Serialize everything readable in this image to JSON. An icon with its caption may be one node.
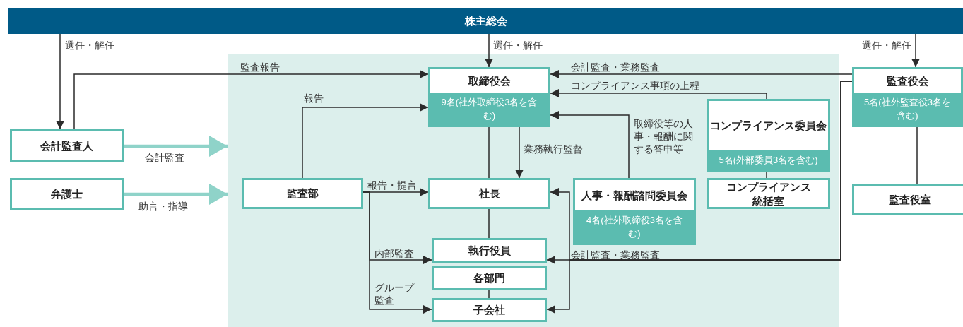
{
  "diagram": {
    "nodes": [
      {
        "text": [
          "株主総会"
        ]
      },
      {
        "text": [],
        "shape": "box"
      },
      {
        "text": [
          "会計監査人"
        ]
      },
      {
        "text": [
          "弁護士"
        ]
      },
      {
        "text": [
          "取締役会",
          "9名(社外取締役3名を含む)"
        ],
        "in": 1
      },
      {
        "text": [
          "監査部"
        ],
        "in": 1
      },
      {
        "text": [
          "社長"
        ],
        "in": 1
      },
      {
        "text": [
          "人事・報酬諮問委員会",
          "4名(社外取締役3名を含む)"
        ],
        "in": 1
      },
      {
        "text": [
          "コンプライアンス委員会",
          "5名(外部委員3名を含む)"
        ],
        "in": 1
      },
      {
        "text": [
          "コンプライアンス統括室"
        ],
        "in": 1
      },
      {
        "text": [
          "執行役員"
        ],
        "in": 1
      },
      {
        "text": [
          "各部門"
        ],
        "in": 1
      },
      {
        "text": [
          "子会社"
        ],
        "in": 1
      },
      {
        "text": [
          "監査役会",
          "5名(社外監査役3名を含む)"
        ]
      },
      {
        "text": [
          "監査役室"
        ]
      }
    ],
    "edges": [
      {
        "from": 0,
        "to": 2,
        "arrow": "to",
        "label": "選任・解任"
      },
      {
        "from": 0,
        "to": 4,
        "arrow": "to",
        "label": "選任・解任"
      },
      {
        "from": 0,
        "to": 13,
        "arrow": "to",
        "label": "選任・解任"
      },
      {
        "from": 2,
        "to": 4,
        "arrow": "to",
        "label": "監査報告"
      },
      {
        "from": 2,
        "to": 1,
        "arrow": "to",
        "label": "会計監査",
        "style": "thick",
        "color": "#8fd3c9"
      },
      {
        "from": 3,
        "to": 1,
        "arrow": "to",
        "label": "助言・指導",
        "style": "thick",
        "color": "#8fd3c9"
      },
      {
        "from": 5,
        "to": 4,
        "arrow": "to",
        "label": "報告"
      },
      {
        "from": 5,
        "to": 6,
        "arrow": "to",
        "label": "報告・提言"
      },
      {
        "from": 5,
        "to": 10,
        "arrow": "to",
        "label": "内部監査"
      },
      {
        "from": 5,
        "to": 12,
        "arrow": "to",
        "label": "グループ監査"
      },
      {
        "from": 4,
        "to": 6,
        "arrow": "to",
        "label": "業務執行監督"
      },
      {
        "from": 4,
        "to": 6,
        "arrow": "none"
      },
      {
        "from": 6,
        "to": 10,
        "arrow": "none"
      },
      {
        "from": 11,
        "to": 12,
        "arrow": "none"
      },
      {
        "from": 13,
        "to": 4,
        "arrow": "to",
        "label": "会計監査・業務監査"
      },
      {
        "from": 8,
        "to": 4,
        "arrow": "to",
        "label": "コンプライアンス事項の上程"
      },
      {
        "from": 7,
        "to": 4,
        "arrow": "to",
        "label": "取締役等の人事・報酬に関する答申等"
      },
      {
        "from": 13,
        "to": 10,
        "arrow": "to",
        "label": "会計監査・業務監査"
      },
      {
        "from": 13,
        "to": 6,
        "arrow": "to"
      },
      {
        "from": 13,
        "to": 12,
        "arrow": "to"
      },
      {
        "from": 8,
        "to": 9,
        "arrow": "none"
      },
      {
        "from": 13,
        "to": 14,
        "arrow": "none"
      }
    ]
  }
}
